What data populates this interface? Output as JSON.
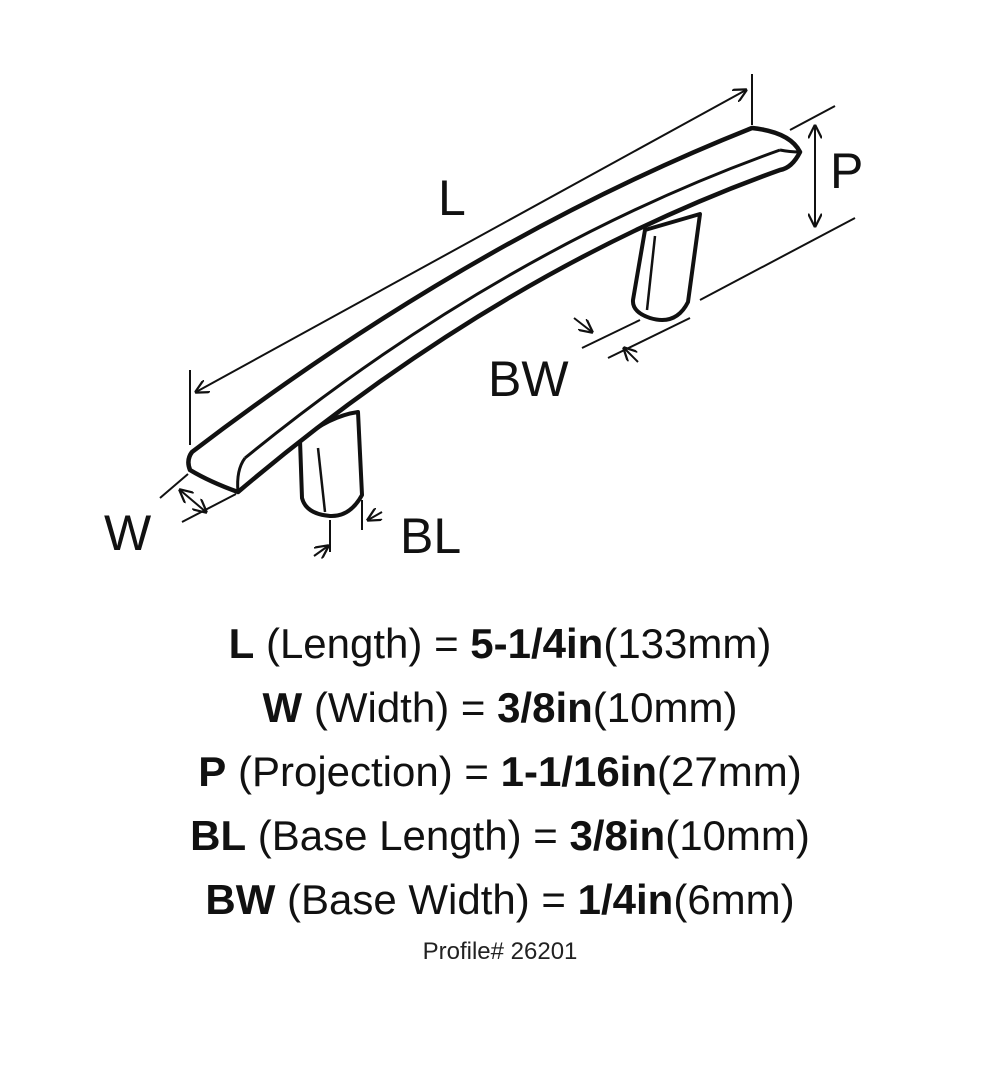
{
  "diagram": {
    "labels": {
      "length": "L",
      "projection": "P",
      "base_width": "BW",
      "width": "W",
      "base_length": "BL"
    }
  },
  "specs": [
    {
      "code": "L",
      "name": " (Length) = ",
      "imperial": "5-1/4in",
      "metric": "(133mm)"
    },
    {
      "code": "W",
      "name": " (Width) = ",
      "imperial": "3/8in",
      "metric": "(10mm)"
    },
    {
      "code": "P",
      "name": " (Projection) = ",
      "imperial": "1-1/16in",
      "metric": "(27mm)"
    },
    {
      "code": "BL",
      "name": " (Base Length) = ",
      "imperial": "3/8in",
      "metric": "(10mm)"
    },
    {
      "code": "BW",
      "name": " (Base Width) = ",
      "imperial": "1/4in",
      "metric": "(6mm)"
    }
  ],
  "profile": "Profile# 26201"
}
